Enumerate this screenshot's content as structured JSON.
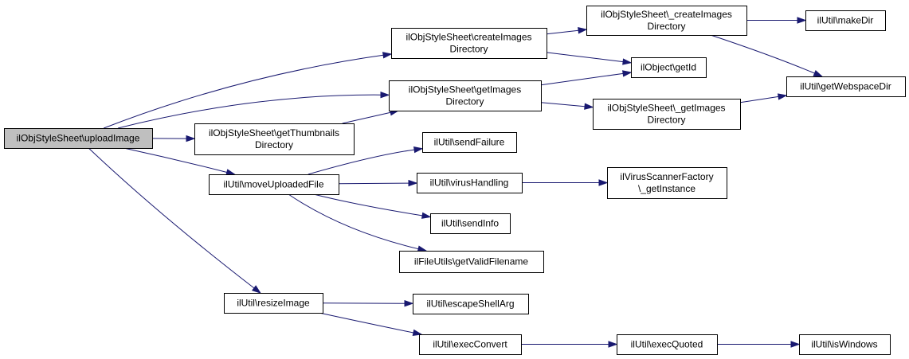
{
  "colors": {
    "edge": "#191970",
    "root_fill": "#bfbfbf",
    "node_fill": "#ffffff",
    "node_border": "#000000"
  },
  "nodes": {
    "root": {
      "lines": [
        "ilObjStyleSheet\\uploadImage"
      ]
    },
    "createDir": {
      "lines": [
        "ilObjStyleSheet\\createImages",
        "Directory"
      ]
    },
    "_createDir": {
      "lines": [
        "ilObjStyleSheet\\_createImages",
        "Directory"
      ]
    },
    "makeDir": {
      "lines": [
        "ilUtil\\makeDir"
      ]
    },
    "getId": {
      "lines": [
        "ilObject\\getId"
      ]
    },
    "webspace": {
      "lines": [
        "ilUtil\\getWebspaceDir"
      ]
    },
    "getDir": {
      "lines": [
        "ilObjStyleSheet\\getImages",
        "Directory"
      ]
    },
    "_getDir": {
      "lines": [
        "ilObjStyleSheet\\_getImages",
        "Directory"
      ]
    },
    "thumbDir": {
      "lines": [
        "ilObjStyleSheet\\getThumbnails",
        "Directory"
      ]
    },
    "sendFailure": {
      "lines": [
        "ilUtil\\sendFailure"
      ]
    },
    "moveFile": {
      "lines": [
        "ilUtil\\moveUploadedFile"
      ]
    },
    "virus": {
      "lines": [
        "ilUtil\\virusHandling"
      ]
    },
    "scanner": {
      "lines": [
        "ilVirusScannerFactory",
        "\\_getInstance"
      ]
    },
    "sendInfo": {
      "lines": [
        "ilUtil\\sendInfo"
      ]
    },
    "validName": {
      "lines": [
        "ilFileUtils\\getValidFilename"
      ]
    },
    "resize": {
      "lines": [
        "ilUtil\\resizeImage"
      ]
    },
    "escape": {
      "lines": [
        "ilUtil\\escapeShellArg"
      ]
    },
    "execConvert": {
      "lines": [
        "ilUtil\\execConvert"
      ]
    },
    "execQuoted": {
      "lines": [
        "ilUtil\\execQuoted"
      ]
    },
    "isWindows": {
      "lines": [
        "ilUtil\\isWindows"
      ]
    }
  },
  "edges": [
    [
      "root",
      "createDir"
    ],
    [
      "root",
      "getDir"
    ],
    [
      "root",
      "thumbDir"
    ],
    [
      "root",
      "moveFile"
    ],
    [
      "root",
      "resize"
    ],
    [
      "createDir",
      "_createDir"
    ],
    [
      "createDir",
      "getId"
    ],
    [
      "_createDir",
      "makeDir"
    ],
    [
      "_createDir",
      "webspace"
    ],
    [
      "getDir",
      "getId"
    ],
    [
      "getDir",
      "_getDir"
    ],
    [
      "_getDir",
      "webspace"
    ],
    [
      "thumbDir",
      "getDir"
    ],
    [
      "moveFile",
      "sendFailure"
    ],
    [
      "moveFile",
      "virus"
    ],
    [
      "moveFile",
      "sendInfo"
    ],
    [
      "moveFile",
      "validName"
    ],
    [
      "virus",
      "scanner"
    ],
    [
      "resize",
      "escape"
    ],
    [
      "resize",
      "execConvert"
    ],
    [
      "execConvert",
      "execQuoted"
    ],
    [
      "execQuoted",
      "isWindows"
    ]
  ]
}
